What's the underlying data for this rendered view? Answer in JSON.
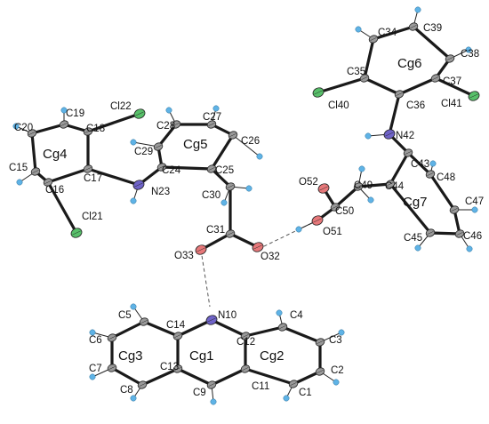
{
  "colors": {
    "carbon": "#9a9a9a",
    "hydrogen": "#5fb3e6",
    "nitrogen": "#6f63c8",
    "oxygen": "#e7787a",
    "chlorine": "#58c06a",
    "bond": "#1a1a1a"
  },
  "rings": [
    "Cg1",
    "Cg2",
    "Cg3",
    "Cg4",
    "Cg5",
    "Cg6",
    "Cg7"
  ],
  "atoms": {
    "C1": "C1",
    "C2": "C2",
    "C3": "C3",
    "C4": "C4",
    "C5": "C5",
    "C6": "C6",
    "C7": "C7",
    "C8": "C8",
    "C9": "C9",
    "N10": "N10",
    "C11": "C11",
    "C12": "C12",
    "C13": "C13",
    "C14": "C14",
    "C15": "C15",
    "C16": "C16",
    "C17": "C17",
    "C18": "C18",
    "C19": "C19",
    "C20": "C20",
    "Cl21": "Cl21",
    "Cl22": "Cl22",
    "N23": "N23",
    "C24": "C24",
    "C25": "C25",
    "C26": "C26",
    "C27": "C27",
    "C28": "C28",
    "C29": "C29",
    "C30": "C30",
    "C31": "C31",
    "O32": "O32",
    "O33": "O33",
    "C34": "C34",
    "C35": "C35",
    "C36": "C36",
    "C37": "C37",
    "C38": "C38",
    "C39": "C39",
    "Cl40": "Cl40",
    "Cl41": "Cl41",
    "N42": "N42",
    "C43": "C43",
    "C44": "C44",
    "C45": "C45",
    "C46": "C46",
    "C47": "C47",
    "C48": "C48",
    "C49": "C49",
    "C50": "C50",
    "O51": "O51",
    "O52": "O52"
  }
}
